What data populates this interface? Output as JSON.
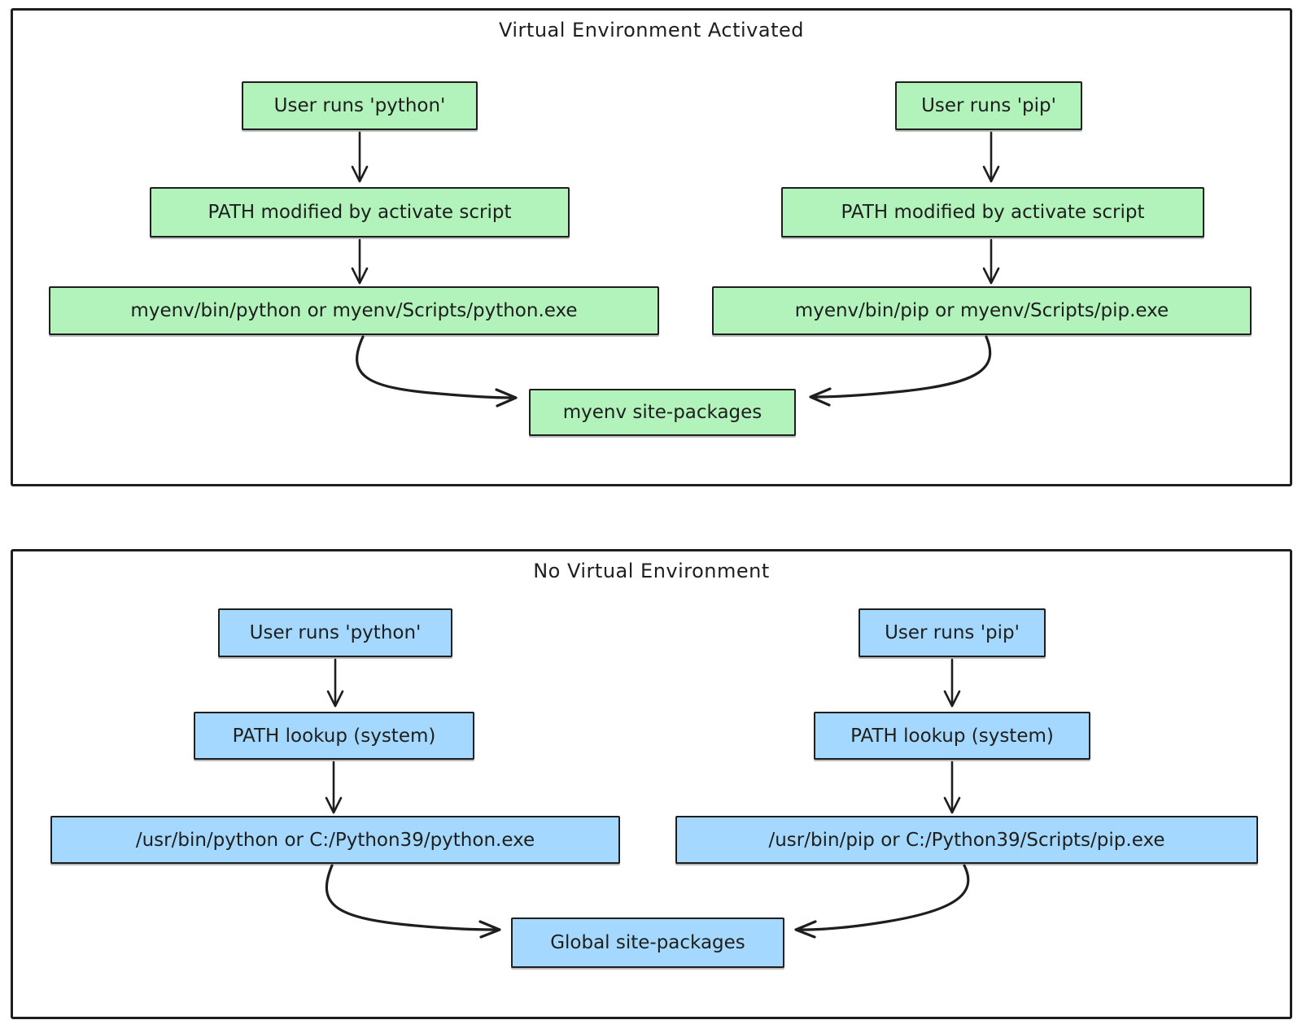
{
  "colors": {
    "stroke": "#1e1e1e",
    "venv_box_fill": "#b2f2bb",
    "global_box_fill": "#a5d8ff",
    "background": "#ffffff"
  },
  "venv_panel": {
    "title": "Virtual Environment Activated",
    "nodes": {
      "user_python": "User runs 'python'",
      "user_pip": "User runs 'pip'",
      "path_modified_left": "PATH modified by activate script",
      "path_modified_right": "PATH modified by activate script",
      "python_exec": "myenv/bin/python or myenv/Scripts/python.exe",
      "pip_exec": "myenv/bin/pip or myenv/Scripts/pip.exe",
      "site_packages": "myenv site-packages"
    }
  },
  "global_panel": {
    "title": "No Virtual Environment",
    "nodes": {
      "user_python": "User runs 'python'",
      "user_pip": "User runs 'pip'",
      "path_lookup_left": "PATH lookup (system)",
      "path_lookup_right": "PATH lookup (system)",
      "python_exec": "/usr/bin/python or C:/Python39/python.exe",
      "pip_exec": "/usr/bin/pip or C:/Python39/Scripts/pip.exe",
      "site_packages": "Global site-packages"
    }
  }
}
